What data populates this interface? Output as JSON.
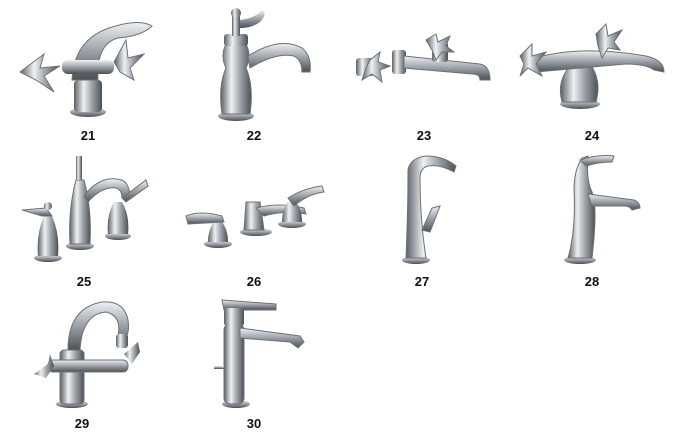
{
  "faucets": [
    {
      "number": "21"
    },
    {
      "number": "22"
    },
    {
      "number": "23"
    },
    {
      "number": "24"
    },
    {
      "number": "25"
    },
    {
      "number": "26"
    },
    {
      "number": "27"
    },
    {
      "number": "28"
    },
    {
      "number": "29"
    },
    {
      "number": "30"
    }
  ],
  "colors": {
    "chrome_dark": "#5a5e63",
    "chrome_mid": "#a7adb3",
    "chrome_light": "#eef1f3",
    "label": "#111111"
  }
}
